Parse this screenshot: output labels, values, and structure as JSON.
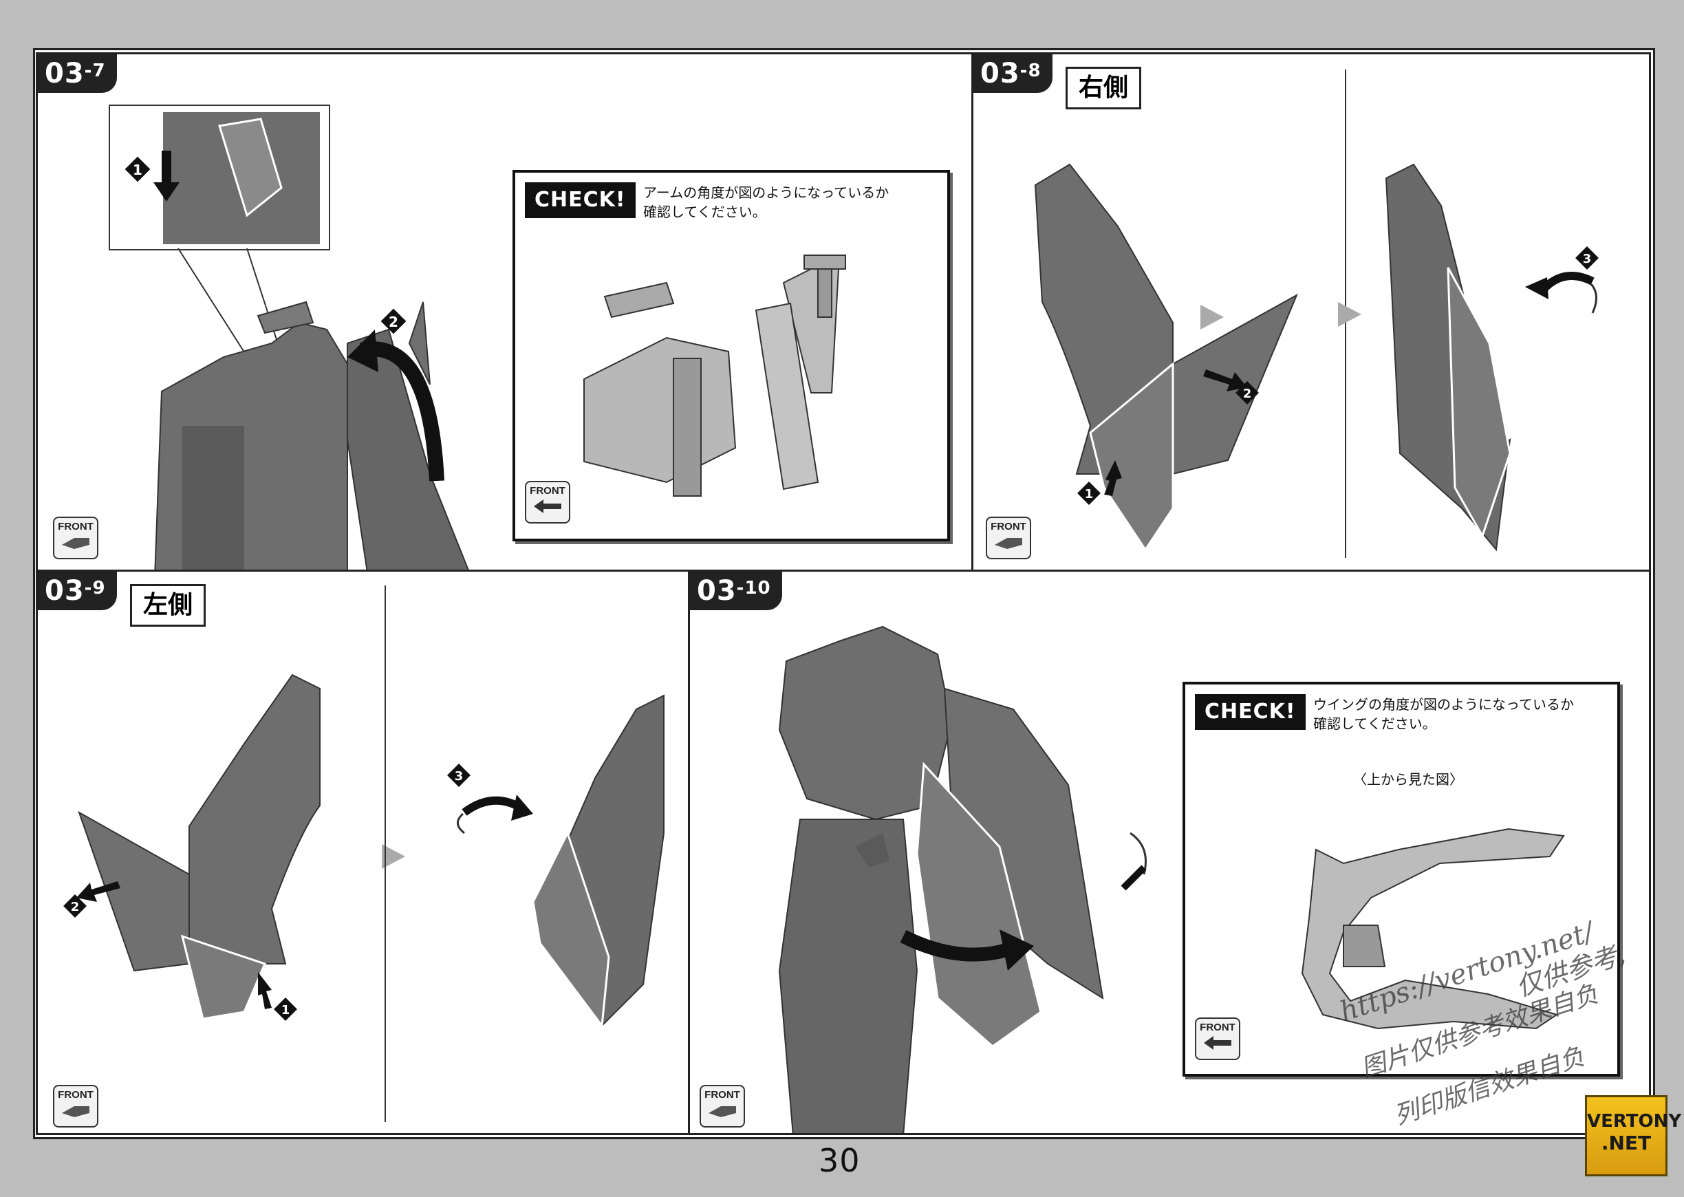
{
  "steps": [
    {
      "label": "03",
      "sub": "-7"
    },
    {
      "label": "03",
      "sub": "-8",
      "side": "右側"
    },
    {
      "label": "03",
      "sub": "-9",
      "side": "左側"
    },
    {
      "label": "03",
      "sub": "-10"
    }
  ],
  "callouts": {
    "c1": "1",
    "c2": "2",
    "c3": "3"
  },
  "front_label": "FRONT",
  "check": {
    "tag": "CHECK!",
    "arm_text_1": "アームの角度が図のようになっているか",
    "arm_text_2": "確認してください。",
    "wing_text_1": "ウイングの角度が図のようになっているか",
    "wing_text_2": "確認してください。",
    "top_view": "〈上から見た図〉"
  },
  "page_number": "30",
  "watermark": {
    "url": "https://vertony.net/",
    "line1": "仅供参考,",
    "line2": "图片仅供参考效果自负",
    "line3": "列印版信效果自负"
  },
  "logo": {
    "line1": "VERTONY",
    "line2": ".NET"
  },
  "colors": {
    "figure": "#707070",
    "figure_dark": "#555555",
    "arrow": "#111111"
  }
}
